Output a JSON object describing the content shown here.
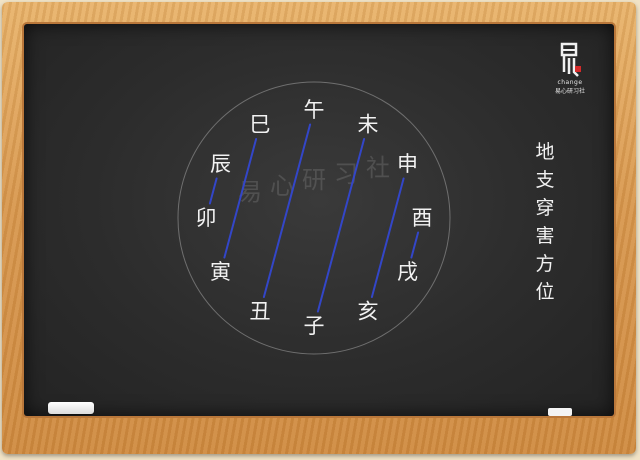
{
  "title": "地支穿害方位",
  "title_chars": [
    "地",
    "支",
    "穿",
    "害",
    "方",
    "位"
  ],
  "logo": {
    "en": "change",
    "cn": "易心研习社"
  },
  "watermark": [
    "易",
    "心",
    "研",
    "习",
    "社"
  ],
  "branches": [
    "午",
    "未",
    "申",
    "酉",
    "戌",
    "亥",
    "子",
    "丑",
    "寅",
    "卯",
    "辰",
    "巳"
  ],
  "pairs": [
    [
      "子",
      "未"
    ],
    [
      "丑",
      "午"
    ],
    [
      "寅",
      "巳"
    ],
    [
      "卯",
      "辰"
    ],
    [
      "申",
      "亥"
    ],
    [
      "酉",
      "戌"
    ]
  ],
  "colors": {
    "line": "#3346c8",
    "circle": "#7a7a7a",
    "chalk": "#f2f2f2",
    "logo_accent": "#d42a2a"
  }
}
